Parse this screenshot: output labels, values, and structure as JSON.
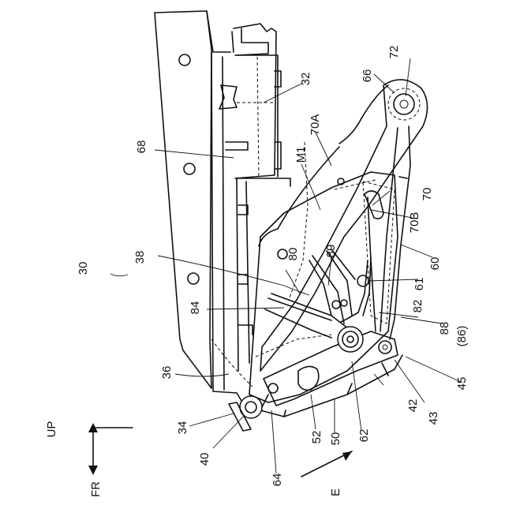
{
  "labels": {
    "l30": "30",
    "l32": "32",
    "l34": "34",
    "l36": "36",
    "l38": "38",
    "l40": "40",
    "l42": "42",
    "l43": "43",
    "l45": "45",
    "l50": "50",
    "l52": "52",
    "l60": "60",
    "l61": "61",
    "l62": "62",
    "l64": "64",
    "l66": "66",
    "l68": "68",
    "l70": "70",
    "l70a": "70A",
    "l70b": "70B",
    "l72": "72",
    "l80": "80",
    "l82": "82",
    "l84": "84",
    "l86": "(86)",
    "l88": "88",
    "l89": "89",
    "lm1": "M1"
  },
  "direction": {
    "up": "UP",
    "fr": "FR",
    "e": "E"
  }
}
